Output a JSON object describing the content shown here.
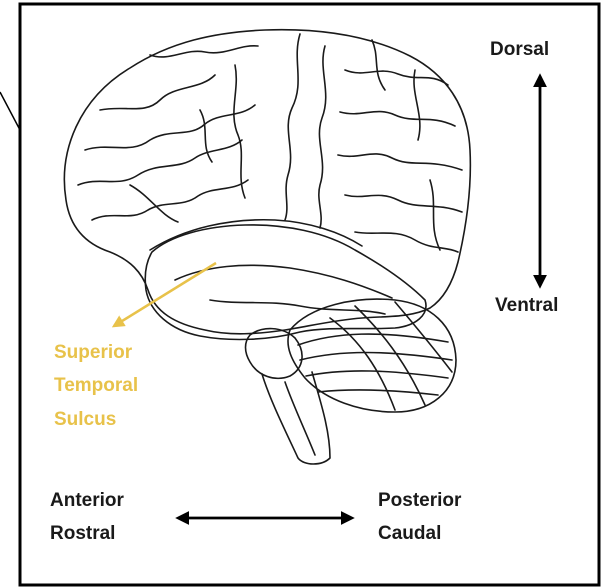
{
  "colors": {
    "frame": "#000000",
    "ink": "#1a1a1a",
    "highlight": "#e8c24a",
    "background": "#ffffff"
  },
  "labels": {
    "dorsal": "Dorsal",
    "ventral": "Ventral",
    "sts_line1": "Superior",
    "sts_line2": "Temporal",
    "sts_line3": "Sulcus",
    "anterior": "Anterior",
    "rostral": "Rostral",
    "posterior": "Posterior",
    "caudal": "Caudal"
  }
}
